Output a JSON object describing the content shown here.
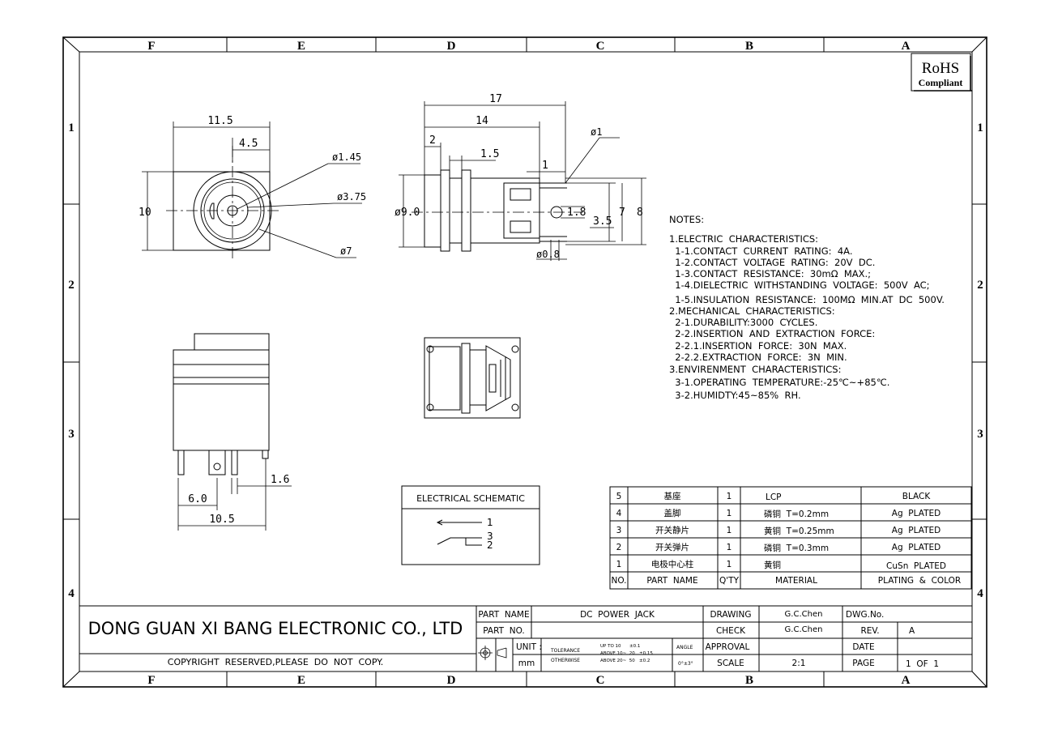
{
  "border": {
    "columns": [
      "F",
      "E",
      "D",
      "C",
      "B",
      "A"
    ],
    "rows": [
      "1",
      "2",
      "3",
      "4"
    ]
  },
  "rohs": {
    "line1": "RoHS",
    "line2": "Compliant"
  },
  "dims": {
    "front_width": "11.5",
    "front_offset": "4.5",
    "front_height": "10",
    "d145": "ø1.45",
    "d375": "ø3.75",
    "d7": "ø7",
    "side_len17": "17",
    "side_len14": "14",
    "side_2": "2",
    "side_15": "1.5",
    "side_1": "1",
    "side_d1": "ø1",
    "side_d9": "ø9.0",
    "side_18": "1.8",
    "side_35": "3.5",
    "side_7": "7",
    "side_8": "8",
    "side_d08": "ø0.8",
    "bottom_16": "1.6",
    "bottom_60": "6.0",
    "bottom_105": "10.5"
  },
  "notes": [
    "NOTES:",
    "1.ELECTRIC  CHARACTERISTICS:",
    "  1-1.CONTACT  CURRENT  RATING:  4A.",
    "  1-2.CONTACT  VOLTAGE  RATING:  20V  DC.",
    "  1-3.CONTACT  RESISTANCE:  30mΩ  MAX.;",
    "  1-4.DIELECTRIC  WITHSTANDING  VOLTAGE:  500V  AC;",
    "  1-5.INSULATION  RESISTANCE:  100MΩ  MIN.AT  DC  500V.",
    "2.MECHANICAL  CHARACTERISTICS:",
    "  2-1.DURABILITY:3000  CYCLES.",
    "  2-2.INSERTION  AND  EXTRACTION  FORCE:",
    "  2-2.1.INSERTION  FORCE:  30N  MAX.",
    "  2-2.2.EXTRACTION  FORCE:  3N  MIN.",
    "3.ENVIRENMENT  CHARACTERISTICS:",
    "  3-1.OPERATING  TEMPERATURE:-25℃~+85℃.",
    "  3-2.HUMIDTY:45~85%  RH."
  ],
  "schematic": {
    "title": "ELECTRICAL  SCHEMATIC",
    "pin1": "1",
    "pin3": "3",
    "pin2": "2"
  },
  "bom": {
    "rows": [
      {
        "no": "5",
        "part": "基座",
        "qty": "1",
        "material": "LCP",
        "plating": "BLACK"
      },
      {
        "no": "4",
        "part": "盖脚",
        "qty": "1",
        "material": "磷铜  T=0.2mm",
        "plating": "Ag  PLATED"
      },
      {
        "no": "3",
        "part": "开关静片",
        "qty": "1",
        "material": "黄铜  T=0.25mm",
        "plating": "Ag  PLATED"
      },
      {
        "no": "2",
        "part": "开关弹片",
        "qty": "1",
        "material": "磷铜  T=0.3mm",
        "plating": "Ag  PLATED"
      },
      {
        "no": "1",
        "part": "电极中心柱",
        "qty": "1",
        "material": "黄铜",
        "plating": "CuSn  PLATED"
      }
    ],
    "header": {
      "no": "NO.",
      "part": "PART  NAME",
      "qty": "Q'TY",
      "material": "MATERIAL",
      "plating": "PLATING  &  COLOR"
    }
  },
  "title_block": {
    "company": "DONG GUAN XI BANG ELECTRONIC CO., LTD",
    "copyright": "COPYRIGHT  RESERVED,PLEASE  DO  NOT  COPY.",
    "part_name_label": "PART  NAME",
    "part_name": "DC  POWER  JACK",
    "part_no_label": "PART  NO.",
    "unit_label": "UNIT :",
    "unit_value": "mm",
    "tolerance_label": "TOLERANCE",
    "otherwise_label": "OTHERWISE",
    "tol_row1": "UP TO 10      ±0.1",
    "tol_row2": "ABOVE 10~  20   ±0.15",
    "tol_row3": "ABOVE 20~  50   ±0.2",
    "angle_label": "ANGLE",
    "angle_value": "0°±3°",
    "drawing_label": "DRAWING",
    "drawing_value": "G.C.Chen",
    "check_label": "CHECK",
    "check_value": "G.C.Chen",
    "approval_label": "APPROVAL",
    "scale_label": "SCALE",
    "scale_value": "2:1",
    "dwgno_label": "DWG.No.",
    "rev_label": "REV.",
    "rev_value": "A",
    "date_label": "DATE",
    "page_label": "PAGE",
    "page_value": "1  OF  1"
  }
}
